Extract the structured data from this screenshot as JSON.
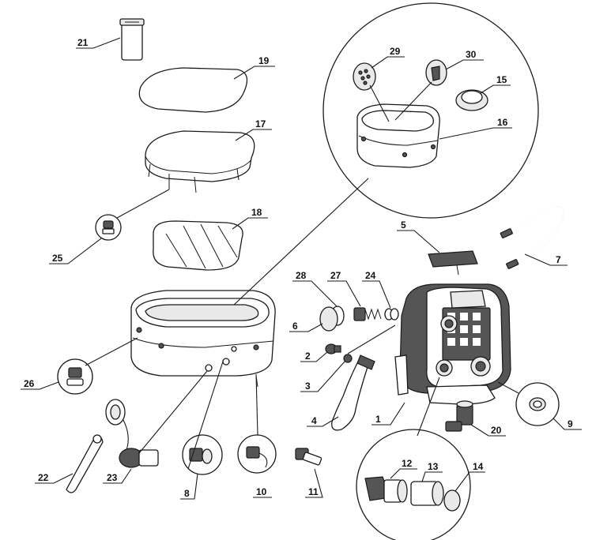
{
  "callouts": [
    {
      "id": "n1",
      "text": "1"
    },
    {
      "id": "n2",
      "text": "2"
    },
    {
      "id": "n3",
      "text": "3"
    },
    {
      "id": "n4",
      "text": "4"
    },
    {
      "id": "n5",
      "text": "5"
    },
    {
      "id": "n6",
      "text": "6"
    },
    {
      "id": "n7",
      "text": "7"
    },
    {
      "id": "n8",
      "text": "8"
    },
    {
      "id": "n9",
      "text": "9"
    },
    {
      "id": "n10",
      "text": "10"
    },
    {
      "id": "n11",
      "text": "11"
    },
    {
      "id": "n12",
      "text": "12"
    },
    {
      "id": "n13",
      "text": "13"
    },
    {
      "id": "n14",
      "text": "14"
    },
    {
      "id": "n15",
      "text": "15"
    },
    {
      "id": "n16",
      "text": "16"
    },
    {
      "id": "n17",
      "text": "17"
    },
    {
      "id": "n18",
      "text": "18"
    },
    {
      "id": "n19",
      "text": "19"
    },
    {
      "id": "n20",
      "text": "20"
    },
    {
      "id": "n21",
      "text": "21"
    },
    {
      "id": "n22",
      "text": "22"
    },
    {
      "id": "n23",
      "text": "23"
    },
    {
      "id": "n24",
      "text": "24"
    },
    {
      "id": "n25",
      "text": "25"
    },
    {
      "id": "n26",
      "text": "26"
    },
    {
      "id": "n27",
      "text": "27"
    },
    {
      "id": "n28",
      "text": "28"
    },
    {
      "id": "n29",
      "text": "29"
    },
    {
      "id": "n30",
      "text": "30"
    }
  ]
}
